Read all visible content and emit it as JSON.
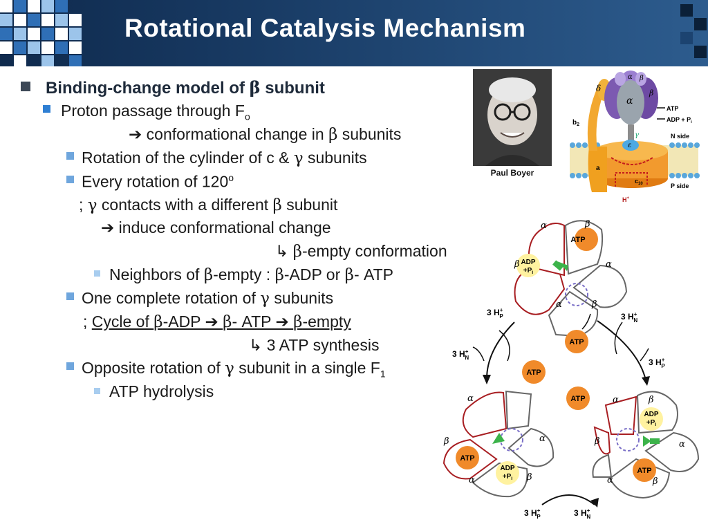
{
  "slide": {
    "title": "Rotational Catalysis Mechanism"
  },
  "lines": {
    "l1_text": "Binding-change model of ",
    "l1_greek": "β",
    "l1_tail": " subunit",
    "l2_text": "Proton passage through F",
    "l2_sub": "o",
    "l3_arrow": "➔ conformational change in ",
    "l3_greek": "β",
    "l3_tail": " subunits",
    "l4_text": "Rotation of the cylinder of c & ",
    "l4_greek": "γ",
    "l4_tail": " subunits",
    "l5_text": "Every rotation of 120",
    "l5_sup": "o",
    "l6_pre": "; ",
    "l6_greek": "γ",
    "l6_mid": " contacts with a different ",
    "l6_greek2": "β",
    "l6_tail": " subunit",
    "l7_text": "➔ induce conformational change",
    "l8_arrow": "↳ ",
    "l8_greek": "β",
    "l8_tail": "-empty conformation",
    "l9_text": "Neighbors of ",
    "l9_greek": "β",
    "l9_mid": "-empty : ",
    "l9_greek2": "β",
    "l9_mid2": "-ADP or ",
    "l9_greek3": "β",
    "l9_tail": "- ATP",
    "l10_text": "One complete rotation of ",
    "l10_greek": "γ",
    "l10_tail": " subunits",
    "l11_pre": "; ",
    "l11_a": "Cycle of ",
    "l11_g1": "β",
    "l11_b": "-ADP ➔ ",
    "l11_g2": "β",
    "l11_c": "- ATP ➔ ",
    "l11_g3": "β",
    "l11_d": "-empty",
    "l12_text": "↳  3 ATP synthesis",
    "l13_text": "Opposite rotation of ",
    "l13_greek": "γ",
    "l13_tail": " subunit in a single F",
    "l13_sub": "1",
    "l14_text": "ATP hydrolysis"
  },
  "photo": {
    "caption": "Paul Boyer"
  },
  "synthase": {
    "delta": "δ",
    "alpha": "α",
    "beta": "β",
    "b2": "b",
    "b2_sub": "2",
    "gamma": "γ",
    "epsilon": "ε",
    "atp": "ATP",
    "adp": "ADP + P",
    "adp_sub": "i",
    "n_side": "N side",
    "p_side": "P side",
    "a": "a",
    "c10": "c",
    "c10_sub": "10",
    "h": "H",
    "h_sup": "+"
  },
  "cycle": {
    "atp": "ATP",
    "adp1": "ADP",
    "adp2": "+P",
    "adp_sub": "i",
    "alpha": "α",
    "beta": "β",
    "h": "3 H",
    "h_sup": "+",
    "sub_p": "P",
    "sub_n": "N"
  },
  "colors": {
    "header_dark": "#0f2a4d",
    "tile_blue": "#2f6fb6",
    "tile_light": "#9cc4ea",
    "atp_orange": "#f08a2a",
    "adp_yellow": "#fff2a0",
    "arrow_green": "#3cb34a",
    "outline_red": "#a81e22"
  }
}
